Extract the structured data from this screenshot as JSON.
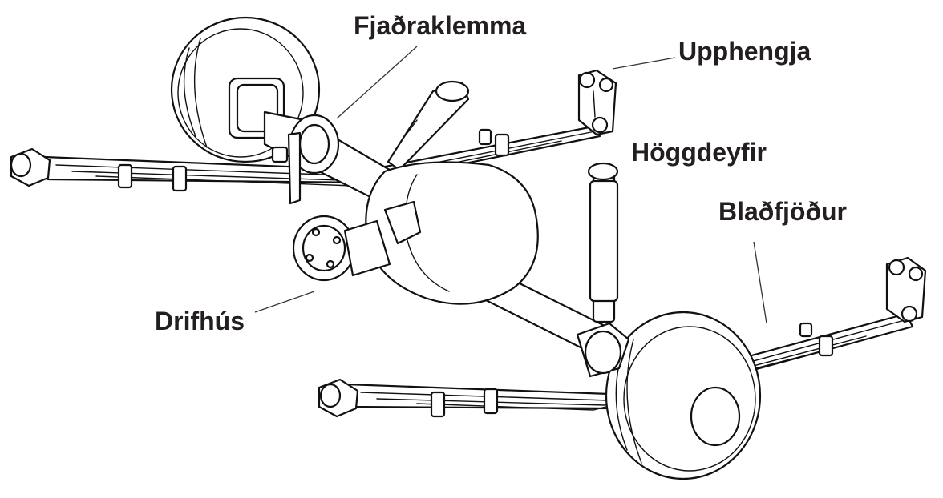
{
  "diagram": {
    "subject": "axle-suspension",
    "labels": {
      "spring_clamp": "Fjaðraklemma",
      "shackle": "Upphengja",
      "shock_absorber": "Höggdeyfir",
      "leaf_spring": "Blaðfjöður",
      "differential_housing": "Drifhús"
    }
  }
}
